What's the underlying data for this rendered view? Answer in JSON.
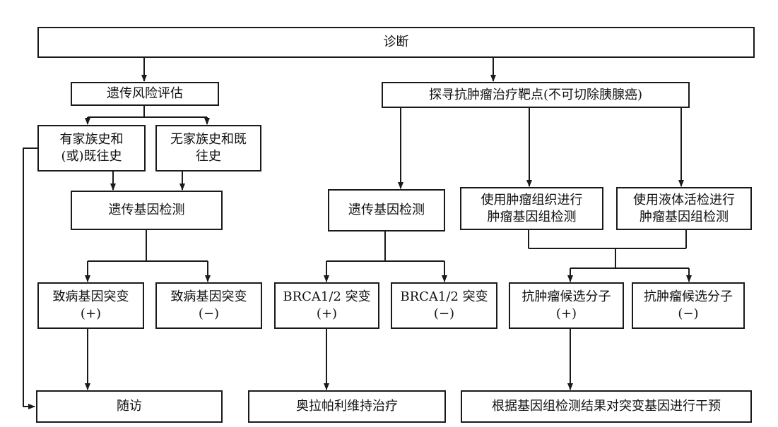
{
  "nodes": {
    "diagnosis": "诊断",
    "genetic_risk": "遗传风险评估",
    "target": "探寻抗肿瘤治疗靶点(不可切除胰腺癌)",
    "family_yes": [
      "有家族史和",
      "(或)既往史"
    ],
    "family_no": [
      "无家族史和既",
      "往史"
    ],
    "germline_left": "遗传基因检测",
    "germline_mid": "遗传基因检测",
    "tissue": [
      "使用肿瘤组织进行",
      "肿瘤基因组检测"
    ],
    "liquid": [
      "使用液体活检进行",
      "肿瘤基因组检测"
    ],
    "path_pos": [
      "致病基因突变",
      "(+)"
    ],
    "path_neg": [
      "致病基因突变",
      "(−)"
    ],
    "brca_pos": [
      "BRCA1/2 突变",
      "(+)"
    ],
    "brca_neg": [
      "BRCA1/2 突变",
      "(−)"
    ],
    "cand_pos": [
      "抗肿瘤候选分子",
      "(+)"
    ],
    "cand_neg": [
      "抗肿瘤候选分子",
      "(−)"
    ],
    "follow_up": "随访",
    "olaparib": "奥拉帕利维持治疗",
    "intervene": "根据基因组检测结果对突变基因进行干预"
  }
}
